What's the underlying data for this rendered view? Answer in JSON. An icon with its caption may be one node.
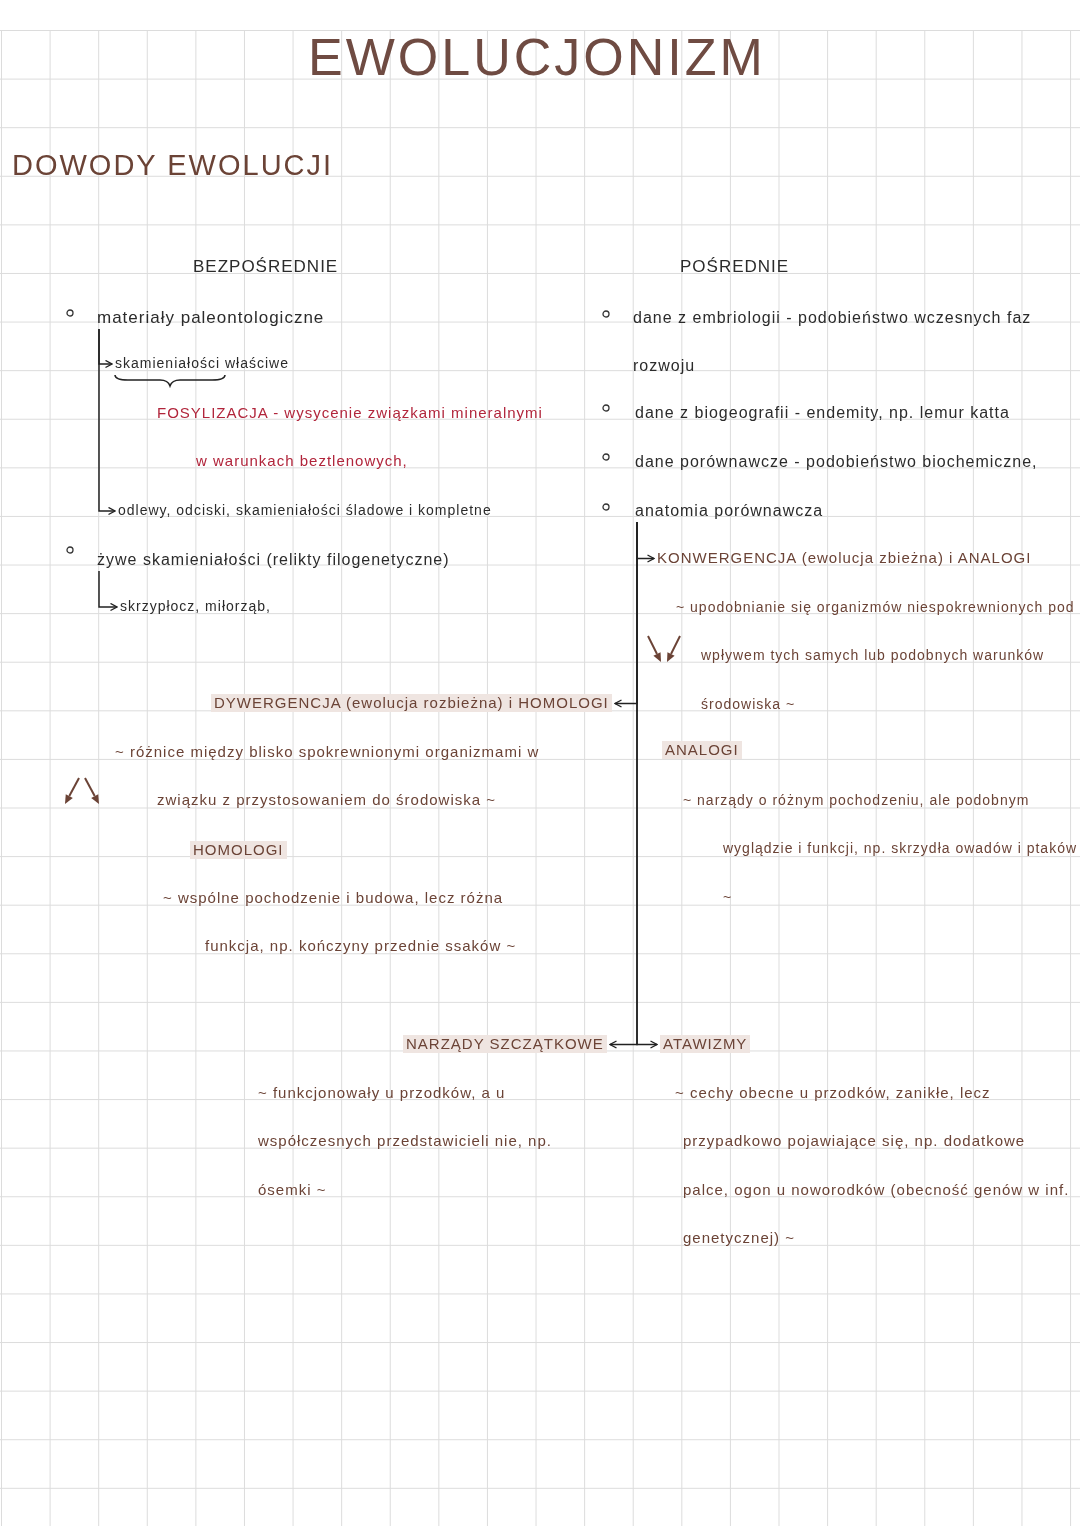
{
  "diagram": {
    "title": "EWOLUCJONIZM",
    "nodes": [
      {
        "text": [
          "materiały paleontologiczne"
        ]
      },
      {
        "text": [
          "skamieniałości właściwe"
        ]
      },
      {
        "text": [
          "odlewy, odciski, skamieniałości śladowe i kompletne"
        ]
      },
      {
        "text": [
          "żywe skamieniałości (relikty filogenetyczne)"
        ]
      },
      {
        "text": [
          "skrzypłocz, miłorząb,"
        ]
      },
      {
        "text": [
          "anatomia porównawcza"
        ]
      },
      {
        "text": [
          "KONWERGENCJA (ewolucja zbieżna) i ANALOGI"
        ]
      },
      {
        "text": [
          "DYWERGENCJA (ewolucja rozbieżna) i HOMOLOGI"
        ]
      },
      {
        "text": [
          "ANALOGI"
        ]
      },
      {
        "text": [
          "HOMOLOGI"
        ]
      },
      {
        "text": [
          "NARZĄDY SZCZĄTKOWE"
        ]
      },
      {
        "text": [
          "ATAWIZMY"
        ]
      }
    ],
    "edges": [
      {
        "from": 0,
        "to": 1,
        "arrow": "to"
      },
      {
        "from": 0,
        "to": 2,
        "arrow": "to"
      },
      {
        "from": 3,
        "to": 4,
        "arrow": "to"
      },
      {
        "from": 5,
        "to": 6,
        "arrow": "to"
      },
      {
        "from": 5,
        "to": 7,
        "arrow": "to"
      },
      {
        "from": 5,
        "to": 10,
        "arrow": "to"
      },
      {
        "from": 5,
        "to": 11,
        "arrow": "to"
      }
    ],
    "labels": [
      "DOWODY EWOLUCJI",
      "BEZPOŚREDNIE",
      "POŚREDNIE",
      "dane z embriologii - podobieństwo wczesnych faz rozwoju",
      "FOSYLIZACJA - wysycenie związkami mineralnymi w warunkach beztlenowych,",
      "dane z biogeografii - endemity, np. lemur katta",
      "dane porównawcze - podobieństwo biochemiczne,",
      "~ upodobnianie się organizmów niespokrewnionych pod wpływem tych samych lub podobnych warunków środowiska ~",
      "~ różnice między blisko spokrewnionymi organizmami w związku z przystosowaniem do środowiska ~",
      "~ narządy o różnym pochodzeniu, ale podobnym wyglądzie i funkcji, np. skrzydła owadów i ptaków ~",
      "~ wspólne pochodzenie i budowa, lecz różna funkcja, np. kończyny przednie ssaków ~",
      "~ funkcjonowały u przodków, a u współczesnych przedstawicieli nie, np. ósemki ~",
      "~ cechy obecne u przodków, zanikłe, lecz przypadkowo pojawiające się, np. dodatkowe palce, ogon u noworodków (obecność genów w inf. genetycznej) ~"
    ]
  }
}
